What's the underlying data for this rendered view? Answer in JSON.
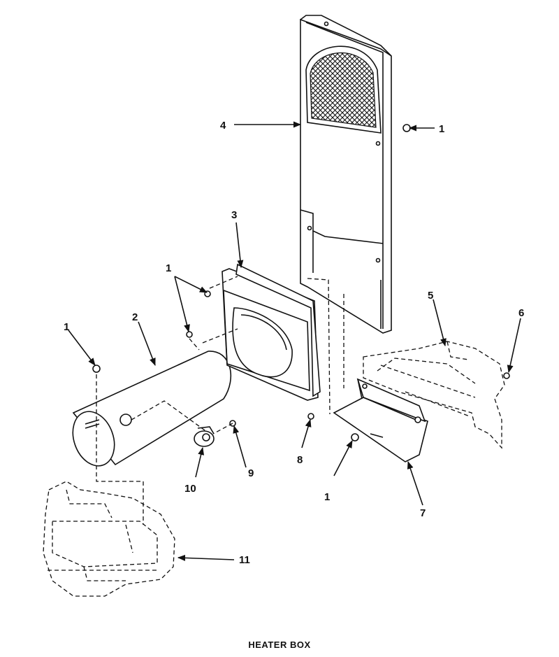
{
  "diagram": {
    "caption": "HEATER BOX",
    "callouts": {
      "c1a": "1",
      "c1b": "1",
      "c1c": "1",
      "c1d": "1",
      "c2": "2",
      "c3": "3",
      "c4": "4",
      "c5": "5",
      "c6": "6",
      "c7": "7",
      "c8": "8",
      "c9": "9",
      "c10": "10",
      "c11": "11"
    },
    "colors": {
      "ink": "#111111",
      "paper": "#ffffff"
    }
  }
}
